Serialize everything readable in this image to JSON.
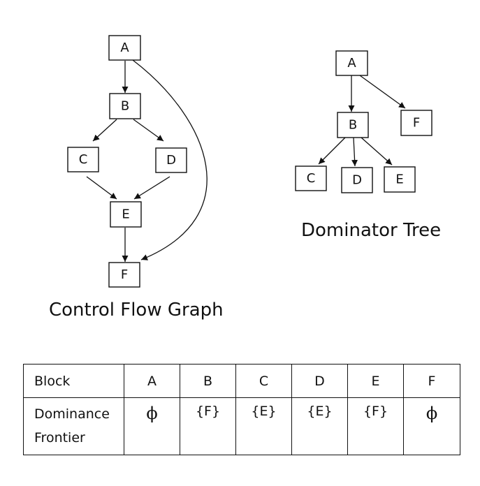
{
  "cfg": {
    "caption": "Control Flow Graph",
    "nodes": [
      "A",
      "B",
      "C",
      "D",
      "E",
      "F"
    ],
    "edges": [
      [
        "A",
        "B"
      ],
      [
        "A",
        "F"
      ],
      [
        "B",
        "C"
      ],
      [
        "B",
        "D"
      ],
      [
        "C",
        "E"
      ],
      [
        "D",
        "E"
      ],
      [
        "E",
        "F"
      ]
    ]
  },
  "dominator_tree": {
    "caption": "Dominator Tree",
    "nodes": [
      "A",
      "B",
      "F",
      "C",
      "D",
      "E"
    ],
    "edges": [
      [
        "A",
        "B"
      ],
      [
        "A",
        "F"
      ],
      [
        "B",
        "C"
      ],
      [
        "B",
        "D"
      ],
      [
        "B",
        "E"
      ]
    ]
  },
  "table": {
    "header_label": "Block",
    "row_label_line1": "Dominance",
    "row_label_line2": "Frontier",
    "blocks": [
      "A",
      "B",
      "C",
      "D",
      "E",
      "F"
    ],
    "frontiers": [
      "ϕ",
      "{F}",
      "{E}",
      "{E}",
      "{F}",
      "ϕ"
    ]
  }
}
